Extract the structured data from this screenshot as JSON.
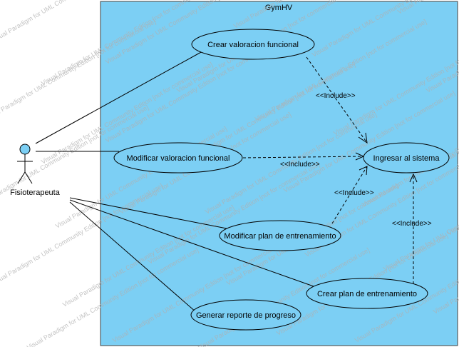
{
  "system": {
    "title": "GymHV"
  },
  "actor": {
    "label": "Fisioterapeuta"
  },
  "use_cases": {
    "uc1": "Crear valoracion funcional",
    "uc2": "Modificar valoracion funcional",
    "uc3": "Modificar plan de entrenamiento",
    "uc4": "Crear plan de entrenamiento",
    "uc5": "Generar reporte de progreso",
    "uc6": "Ingresar al sistema"
  },
  "relations": {
    "include_1": "<<Include>>",
    "include_2": "<<Include>>",
    "include_3": "<<Include>>",
    "include_4": "<<Include>>"
  },
  "watermark": "Visual Paradigm for UML Community Edition [not for commercial use]",
  "colors": {
    "system_fill": "#7ccff4",
    "actor_head": "#7ccff4",
    "line": "#000000",
    "watermark": "#b0b0b0"
  }
}
